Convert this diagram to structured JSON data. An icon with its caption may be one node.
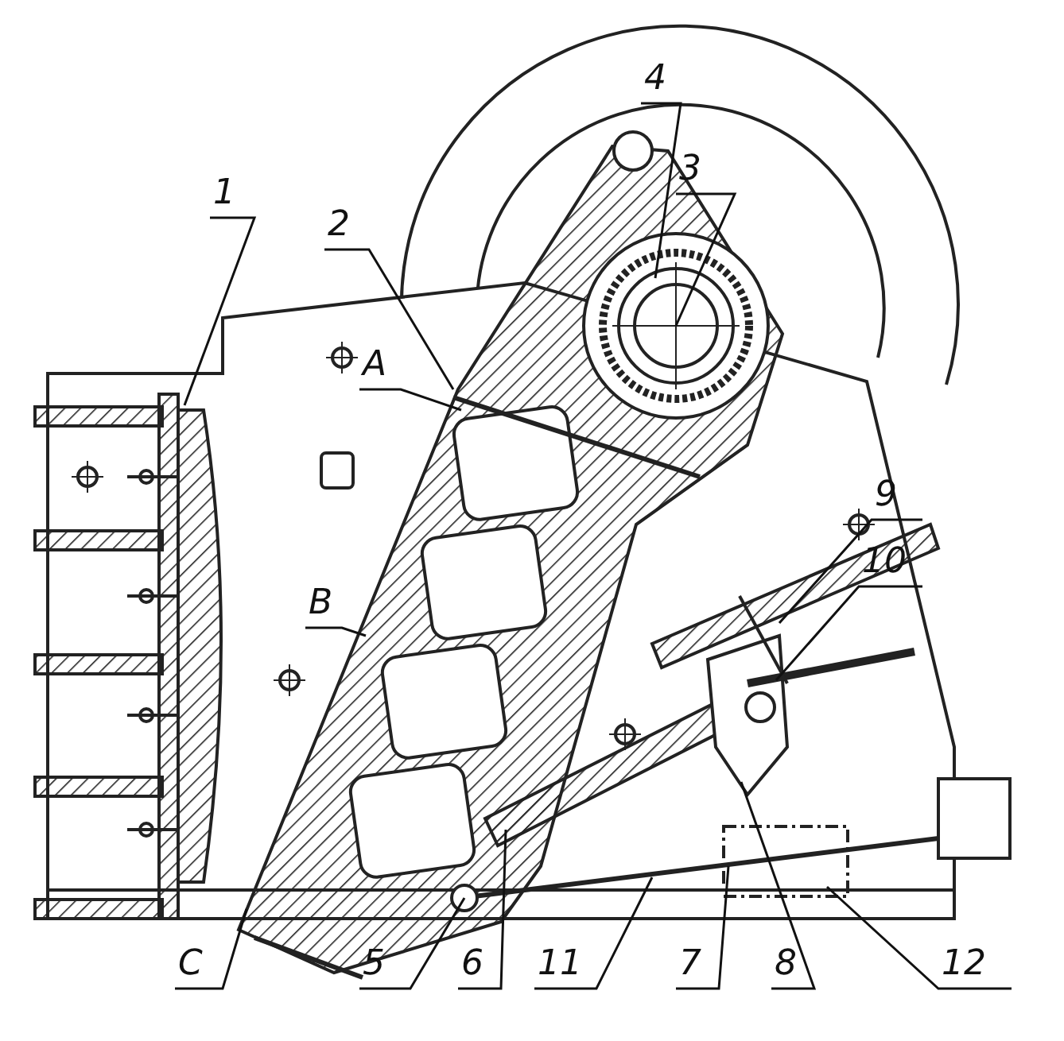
{
  "diagram": {
    "nodes": [
      {
        "text": [
          "4"
        ]
      },
      {
        "text": [
          "3"
        ]
      },
      {
        "text": [
          "1"
        ]
      },
      {
        "text": [
          "2"
        ]
      },
      {
        "text": [
          "A"
        ]
      },
      {
        "text": [
          "9"
        ]
      },
      {
        "text": [
          "10"
        ]
      },
      {
        "text": [
          "B"
        ]
      },
      {
        "text": [
          "C"
        ]
      },
      {
        "text": [
          "5"
        ]
      },
      {
        "text": [
          "6"
        ]
      },
      {
        "text": [
          "11"
        ]
      },
      {
        "text": [
          "7"
        ]
      },
      {
        "text": [
          "8"
        ]
      },
      {
        "text": [
          "12"
        ]
      }
    ],
    "edges": [
      {
        "from": 0,
        "to": null,
        "arrow": "none"
      },
      {
        "from": 1,
        "to": null,
        "arrow": "none"
      },
      {
        "from": 2,
        "to": null,
        "arrow": "none"
      },
      {
        "from": 3,
        "to": null,
        "arrow": "none"
      },
      {
        "from": 4,
        "to": null,
        "arrow": "none"
      },
      {
        "from": 5,
        "to": null,
        "arrow": "none"
      },
      {
        "from": 6,
        "to": null,
        "arrow": "none"
      },
      {
        "from": 7,
        "to": null,
        "arrow": "none"
      },
      {
        "from": 8,
        "to": null,
        "arrow": "none"
      },
      {
        "from": 9,
        "to": null,
        "arrow": "none"
      },
      {
        "from": 10,
        "to": null,
        "arrow": "none"
      },
      {
        "from": 11,
        "to": null,
        "arrow": "none"
      },
      {
        "from": 12,
        "to": null,
        "arrow": "none"
      },
      {
        "from": 13,
        "to": null,
        "arrow": "none"
      },
      {
        "from": 14,
        "to": null,
        "arrow": "none"
      }
    ]
  }
}
